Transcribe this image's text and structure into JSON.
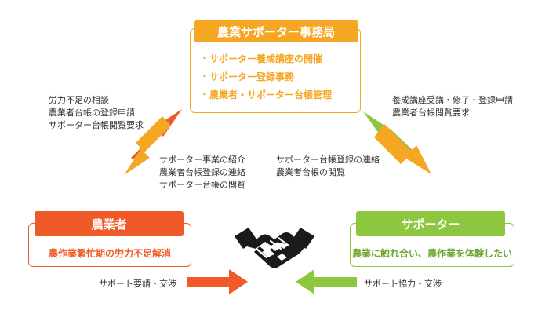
{
  "headquarters": {
    "title": "農業サポーター事務局",
    "items": [
      "サポーター養成講座の開催",
      "サポーター登録事務",
      "農業者・サポーター台帳管理"
    ],
    "bullet": "・"
  },
  "farmer": {
    "title": "農業者",
    "description": "農作業繁忙期の労力不足解消"
  },
  "supporter": {
    "title": "サポーター",
    "description": "農業に触れ合い、農作業を体験したい"
  },
  "flows": {
    "farmer_to_hq": [
      "労力不足の相談",
      "農業者台帳の登録申請",
      "サポーター台帳閲覧要求"
    ],
    "hq_to_farmer": [
      "サポーター事業の紹介",
      "農業者台帳登録の連絡",
      "サポーター台帳の閲覧"
    ],
    "supporter_to_hq": [
      "養成講座受講・修了・登録申請",
      "農業者台帳閲覧要求"
    ],
    "hq_to_supporter": [
      "サポーター台帳登録の連絡",
      "農業者台帳の閲覧"
    ],
    "farmer_to_center": "サポート要請・交渉",
    "supporter_to_center": "サポート協力・交渉"
  },
  "colors": {
    "headquarters": "#f5a623",
    "farmer": "#f05a28",
    "supporter": "#8dc63f",
    "text": "#333333",
    "icon": "#1a1a1a"
  },
  "icons": {
    "center": "handshake-icon",
    "arrows": "arrow-icon"
  }
}
